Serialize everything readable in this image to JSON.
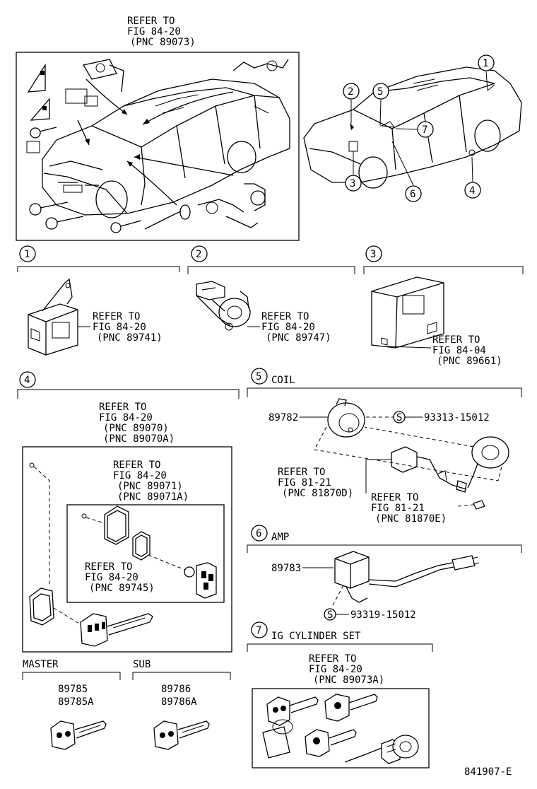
{
  "top_ref": [
    "REFER TO",
    "FIG 84-20",
    "(PNC 89073)"
  ],
  "callouts": {
    "c1": "1",
    "c2": "2",
    "c3": "3",
    "c4": "4",
    "c5": "5",
    "c6": "6",
    "c7": "7"
  },
  "section1": {
    "num": "1",
    "ref": [
      "REFER TO",
      "FIG 84-20",
      "(PNC 89741)"
    ]
  },
  "section2": {
    "num": "2",
    "ref": [
      "REFER TO",
      "FIG 84-20",
      "(PNC 89747)"
    ]
  },
  "section3": {
    "num": "3",
    "ref": [
      "REFER TO",
      "FIG 84-04",
      "(PNC 89661)"
    ]
  },
  "section4": {
    "num": "4",
    "ref_outer": [
      "REFER TO",
      "FIG 84-20",
      "(PNC 89070)",
      "(PNC 89070A)"
    ],
    "ref_mid": [
      "REFER TO",
      "FIG 84-20",
      "(PNC 89071)",
      "(PNC 89071A)"
    ],
    "ref_inner": [
      "REFER TO",
      "FIG 84-20",
      "(PNC 89745)"
    ]
  },
  "master": {
    "title": "MASTER",
    "parts": [
      "89785",
      "89785A"
    ]
  },
  "sub": {
    "title": "SUB",
    "parts": [
      "89786",
      "89786A"
    ]
  },
  "section5": {
    "num": "5",
    "title": "COIL",
    "part": "89782",
    "s_symbol": "S",
    "screw": "93313-15012",
    "ref_a": [
      "REFER TO",
      "FIG 81-21",
      "(PNC 81870D)"
    ],
    "ref_b": [
      "REFER TO",
      "FIG 81-21",
      "(PNC 81870E)"
    ]
  },
  "section6": {
    "num": "6",
    "title": "AMP",
    "part": "89783",
    "s_symbol": "S",
    "screw": "93319-15012"
  },
  "section7": {
    "num": "7",
    "title": "IG CYLINDER SET",
    "ref": [
      "REFER TO",
      "FIG 84-20",
      "(PNC 89073A)"
    ]
  },
  "figure_code": "841907-E"
}
